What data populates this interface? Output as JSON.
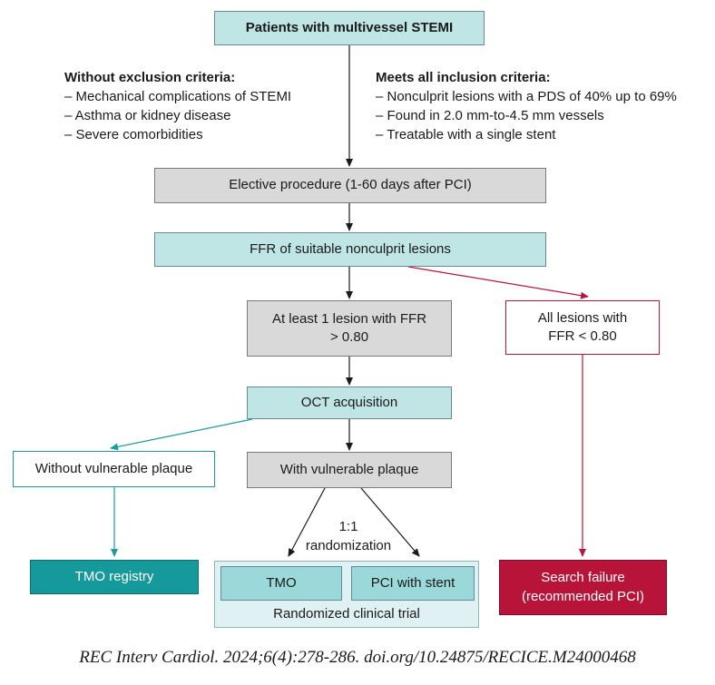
{
  "boxes": {
    "patients": "Patients with multivessel STEMI",
    "elective": "Elective procedure (1-60 days after PCI)",
    "ffr": "FFR of suitable nonculprit lesions",
    "at_least_line1": "At least 1 lesion with FFR",
    "at_least_line2": "> 0.80",
    "all_lesions_line1": "All lesions with",
    "all_lesions_line2": "FFR < 0.80",
    "oct": "OCT acquisition",
    "without_vp": "Without vulnerable plaque",
    "with_vp": "With vulnerable plaque",
    "tmo_registry": "TMO registry",
    "tmo": "TMO",
    "pci_stent": "PCI with stent",
    "trial": "Randomized clinical trial",
    "search_failure_line1": "Search failure",
    "search_failure_line2": "(recommended PCI)"
  },
  "randomization": {
    "ratio": "1:1",
    "label": "randomization"
  },
  "exclusion": {
    "heading": "Without exclusion criteria:",
    "items": [
      "– Mechanical complications of STEMI",
      "– Asthma or kidney disease",
      "– Severe comorbidities"
    ]
  },
  "inclusion": {
    "heading": "Meets all inclusion criteria:",
    "items": [
      "– Nonculprit lesions with a PDS of 40% up to 69%",
      "– Found in 2.0 mm-to-4.5 mm vessels",
      "– Treatable with a single stent"
    ]
  },
  "citation": "REC Interv Cardiol. 2024;6(4):278-286. doi.org/10.24875/RECICE.M24000468",
  "colors": {
    "teal_light": "#bfe5e4",
    "gray": "#d9d9d9",
    "teal_dark": "#16999a",
    "red_dark": "#b8143a",
    "arrow_black": "#1a1a1a",
    "arrow_teal": "#1b9b9b",
    "arrow_red": "#b5173a"
  }
}
